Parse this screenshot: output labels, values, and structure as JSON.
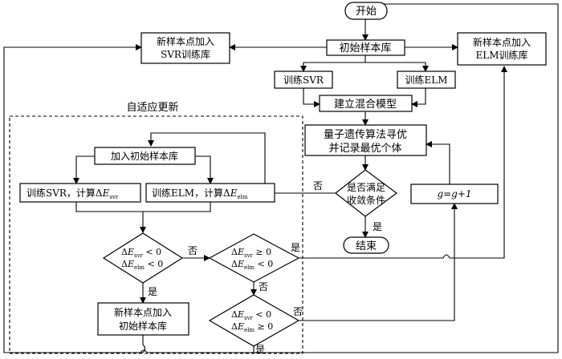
{
  "start": "开始",
  "end": "结束",
  "init_lib": "初始样本库",
  "svr_add": {
    "l1": "新样本点加入",
    "l2": "SVR训练库"
  },
  "elm_add": {
    "l1": "新样本点加入",
    "l2": "ELM训练库"
  },
  "train_svr": "训练SVR",
  "train_elm": "训练ELM",
  "build_model": "建立混合模型",
  "qga": {
    "l1": "量子遗传算法寻优",
    "l2": "并记录最优个体"
  },
  "converge": {
    "l1": "是否满足",
    "l2": "收敛条件"
  },
  "g_update": "g=g+1",
  "adaptive_title": "自适应更新",
  "add_init_lib": "加入初始样本库",
  "calc_svr": {
    "prefix": "训练SVR，计算Δ",
    "E": "E",
    "sub": "svr"
  },
  "calc_elm": {
    "prefix": "训练ELM，计算Δ",
    "E": "E",
    "sub": "elm"
  },
  "d1": {
    "svr_op": " < 0",
    "elm_op": " < 0"
  },
  "d2": {
    "svr_op": " ≥ 0",
    "elm_op": " < 0"
  },
  "d3": {
    "svr_op": " < 0",
    "elm_op": " ≥ 0"
  },
  "new_init": {
    "l1": "新样本点加入",
    "l2": "初始样本库"
  },
  "labels": {
    "yes": "是",
    "no": "否",
    "delta": "Δ",
    "E": "E",
    "svr": "svr",
    "elm": "elm"
  }
}
